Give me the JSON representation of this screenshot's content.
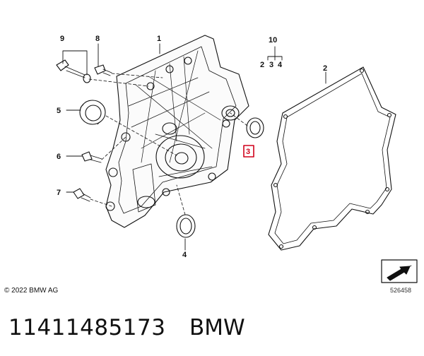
{
  "callouts": {
    "c1": "1",
    "c2": "2",
    "c3": "3",
    "c4": "4",
    "c5": "5",
    "c6": "6",
    "c7": "7",
    "c8": "8",
    "c9": "9",
    "c10": "10",
    "c10a": "2",
    "c10b": "3",
    "c10c": "4"
  },
  "highlight_color": "#d0021b",
  "copyright": "© 2022 BMW AG",
  "diagram_id": "526458",
  "part_number": "11411485173",
  "brand": "BMW"
}
